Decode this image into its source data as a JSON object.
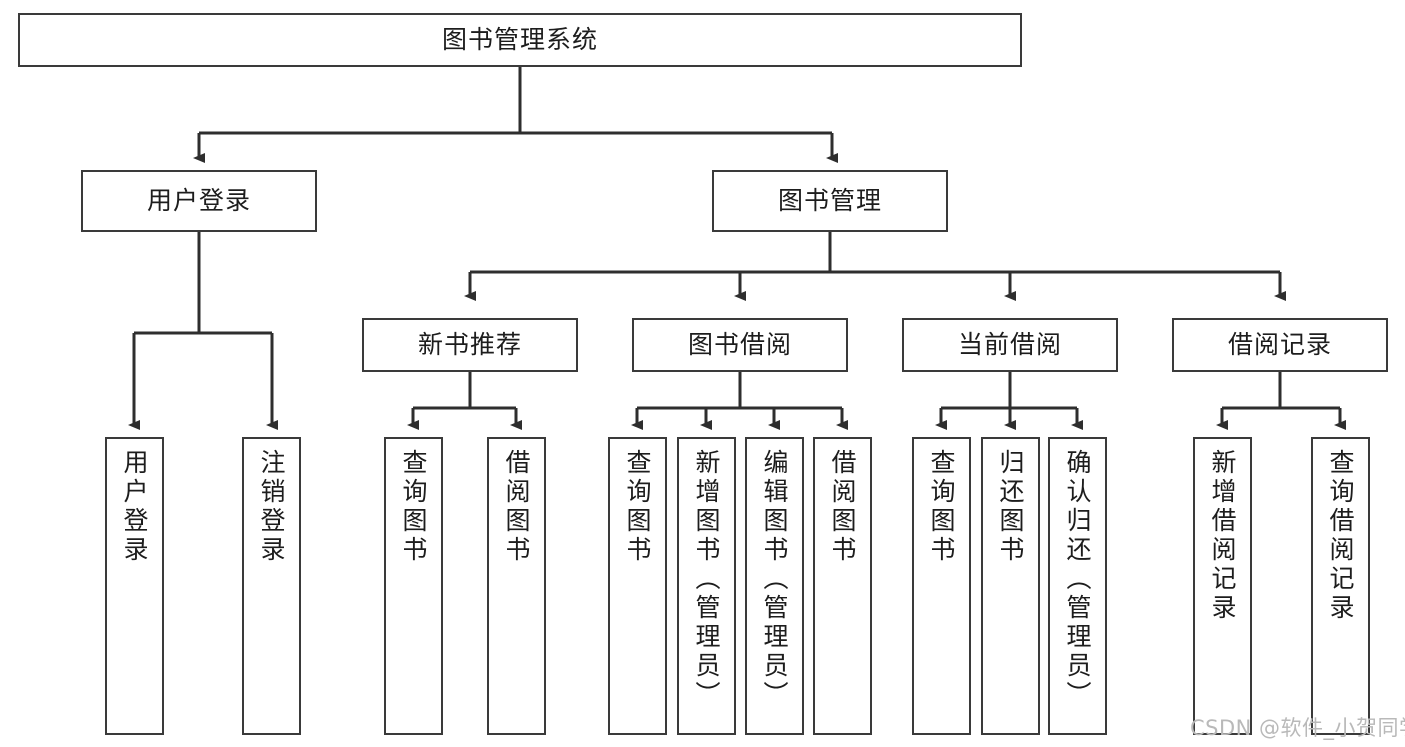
{
  "diagram": {
    "title": "图书管理系统",
    "type": "tree",
    "orientation": "top-down",
    "colors": {
      "box_border": "#3a3a3a",
      "box_fill": "#ffffff",
      "connector": "#2e2e2e",
      "text": "#1d1d1d",
      "watermark": "#b9b9b9",
      "background": "#ffffff"
    },
    "root": {
      "label": "图书管理系统"
    },
    "level2": [
      {
        "label": "用户登录"
      },
      {
        "label": "图书管理"
      }
    ],
    "level3": [
      {
        "label": "新书推荐"
      },
      {
        "label": "图书借阅"
      },
      {
        "label": "当前借阅"
      },
      {
        "label": "借阅记录"
      }
    ],
    "leaves": {
      "user_login": [
        {
          "label": "用户登录"
        },
        {
          "label": "注销登录"
        }
      ],
      "new_book_recommend": [
        {
          "label": "查询图书"
        },
        {
          "label": "借阅图书"
        }
      ],
      "book_borrow": [
        {
          "label": "查询图书"
        },
        {
          "label": "新增图书（管理员）"
        },
        {
          "label": "编辑图书（管理员）"
        },
        {
          "label": "借阅图书"
        }
      ],
      "current_borrow": [
        {
          "label": "查询图书"
        },
        {
          "label": "归还图书"
        },
        {
          "label": "确认归还（管理员）"
        }
      ],
      "borrow_record": [
        {
          "label": "新增借阅记录"
        },
        {
          "label": "查询借阅记录"
        }
      ]
    }
  },
  "watermark": {
    "text": "CSDN @软件_小贺同学"
  }
}
